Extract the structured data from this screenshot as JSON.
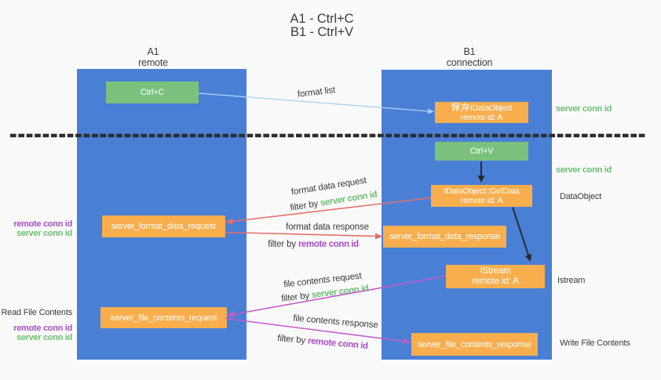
{
  "title": {
    "line1": "A1 - Ctrl+C",
    "line2": "B1 - Ctrl+V"
  },
  "columns": {
    "left": {
      "header_line1": "A1",
      "header_line2": "remote"
    },
    "right": {
      "header_line1": "B1",
      "header_line2": "connection"
    }
  },
  "nodes": {
    "ctrl_c": {
      "label": "Ctrl+C"
    },
    "save_dataobject": {
      "line1": "保存IDataObject",
      "cjk": "保存",
      "latin": "IDataObject",
      "line2": "remote id: A"
    },
    "ctrl_v": {
      "label": "Ctrl+V"
    },
    "getdata": {
      "line1": "IDataObject::GetData",
      "line2": "remote id: A"
    },
    "format_request": {
      "label": "server_format_data_request"
    },
    "format_response": {
      "label": "server_format_data_response"
    },
    "istream": {
      "line1": "IStream",
      "line2": "remote id: A"
    },
    "file_request": {
      "label": "server_file_contents_request"
    },
    "file_response": {
      "label": "server_file_contents_response"
    }
  },
  "arrow_labels": {
    "format_list": "format list",
    "format_data_request": {
      "text": "format data request",
      "filter_prefix": "filter by ",
      "filter_key": "server conn id"
    },
    "format_data_response": {
      "text": "format data response",
      "filter_prefix": "filter by ",
      "filter_key": "remote conn id"
    },
    "file_contents_request": {
      "text": "file contents request",
      "filter_prefix": "filter by ",
      "filter_key": "server conn id"
    },
    "file_contents_response": {
      "text": "file contents response",
      "filter_prefix": "filter by ",
      "filter_key": "remote conn id"
    }
  },
  "side_labels": {
    "right": [
      {
        "text": "server conn id",
        "style": "green"
      },
      {
        "text": "server conn id",
        "style": "green"
      },
      {
        "text": "DataObject",
        "style": "dark"
      },
      {
        "text": "Istream",
        "style": "dark"
      },
      {
        "text": "Write File Contents",
        "style": "dark"
      }
    ],
    "left": [
      {
        "text": "remote conn id",
        "style": "purple"
      },
      {
        "text": "server conn id",
        "style": "green"
      },
      {
        "text": "Read File Contents",
        "style": "dark"
      },
      {
        "text": "remote conn id",
        "style": "purple"
      },
      {
        "text": "server conn id",
        "style": "green"
      }
    ]
  },
  "palette": {
    "background": "#fafafb",
    "column_blue": "#4a7fd6",
    "node_green": "#7bc17e",
    "node_orange": "#f9ae4e",
    "text_dark": "#3a3a3a",
    "key_green": "#6cbe71",
    "key_purple": "#a94fc6",
    "arrow_red": "#e5706b",
    "arrow_magenta": "#c45bc8",
    "arrow_lightblue": "#a9d3f0",
    "arrow_black": "#2b2b2b"
  }
}
